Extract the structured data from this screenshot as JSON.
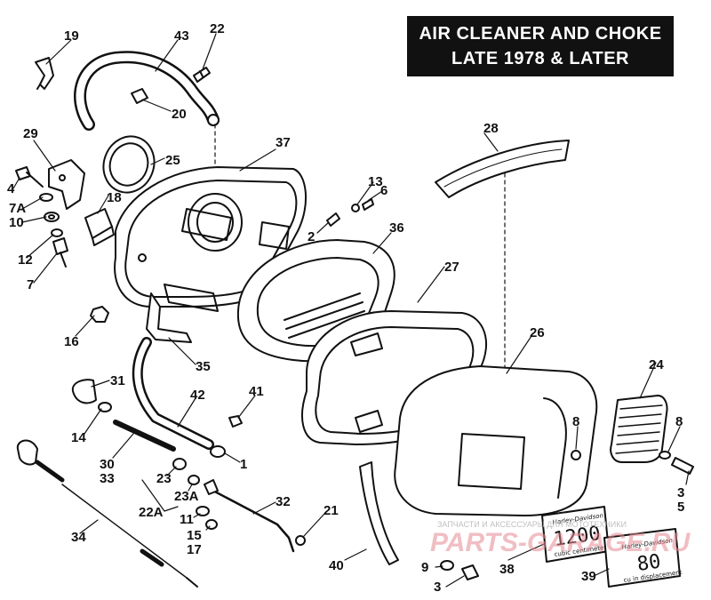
{
  "title": {
    "line1": "AIR CLEANER AND CHOKE",
    "line2": "LATE 1978 & LATER"
  },
  "callouts": [
    {
      "id": "19",
      "label": "19"
    },
    {
      "id": "43",
      "label": "43"
    },
    {
      "id": "22",
      "label": "22"
    },
    {
      "id": "20",
      "label": "20"
    },
    {
      "id": "25",
      "label": "25"
    },
    {
      "id": "29",
      "label": "29"
    },
    {
      "id": "37",
      "label": "37"
    },
    {
      "id": "28",
      "label": "28"
    },
    {
      "id": "4",
      "label": "4"
    },
    {
      "id": "7A",
      "label": "7A"
    },
    {
      "id": "10",
      "label": "10"
    },
    {
      "id": "18",
      "label": "18"
    },
    {
      "id": "13",
      "label": "13"
    },
    {
      "id": "6",
      "label": "6"
    },
    {
      "id": "2",
      "label": "2"
    },
    {
      "id": "36",
      "label": "36"
    },
    {
      "id": "12",
      "label": "12"
    },
    {
      "id": "7",
      "label": "7"
    },
    {
      "id": "27",
      "label": "27"
    },
    {
      "id": "16",
      "label": "16"
    },
    {
      "id": "35",
      "label": "35"
    },
    {
      "id": "26",
      "label": "26"
    },
    {
      "id": "24",
      "label": "24"
    },
    {
      "id": "31",
      "label": "31"
    },
    {
      "id": "42",
      "label": "42"
    },
    {
      "id": "41",
      "label": "41"
    },
    {
      "id": "8a",
      "label": "8"
    },
    {
      "id": "8b",
      "label": "8"
    },
    {
      "id": "14",
      "label": "14"
    },
    {
      "id": "30",
      "label": "30"
    },
    {
      "id": "33",
      "label": "33"
    },
    {
      "id": "1",
      "label": "1"
    },
    {
      "id": "23",
      "label": "23"
    },
    {
      "id": "23A",
      "label": "23A"
    },
    {
      "id": "22A",
      "label": "22A"
    },
    {
      "id": "32",
      "label": "32"
    },
    {
      "id": "3a",
      "label": "3"
    },
    {
      "id": "5",
      "label": "5"
    },
    {
      "id": "11",
      "label": "11"
    },
    {
      "id": "15",
      "label": "15"
    },
    {
      "id": "17",
      "label": "17"
    },
    {
      "id": "21",
      "label": "21"
    },
    {
      "id": "34",
      "label": "34"
    },
    {
      "id": "40",
      "label": "40"
    },
    {
      "id": "9",
      "label": "9"
    },
    {
      "id": "38",
      "label": "38"
    },
    {
      "id": "39",
      "label": "39"
    },
    {
      "id": "3b",
      "label": "3"
    }
  ],
  "plates": {
    "plate_1200": {
      "brand": "Harley-Davidson",
      "number": "1200",
      "unit": "cubic centimeter"
    },
    "plate_80": {
      "brand": "Harley-Davidson",
      "number": "80",
      "unit": "cu in displacement"
    }
  },
  "watermark": {
    "line1": "ЗАПЧАСТИ И АКСЕССУАРЫ ДЛЯ МОТОТЕХНИКИ",
    "line2": "PARTS-GARAGE.RU"
  },
  "colors": {
    "ink": "#111111",
    "title_bg": "#111111",
    "title_fg": "#ffffff",
    "watermark": "#e58a93"
  }
}
